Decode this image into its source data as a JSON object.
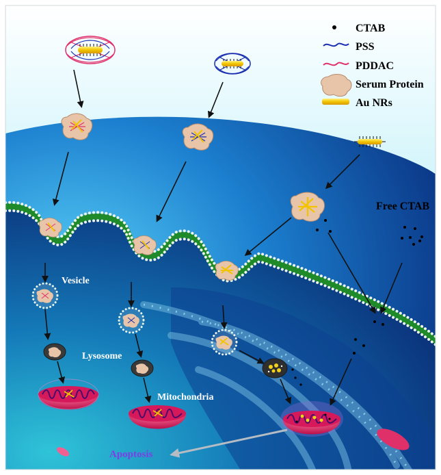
{
  "legend": {
    "items": [
      {
        "label": "CTAB",
        "symbol": "dot",
        "color": "#000000"
      },
      {
        "label": "PSS",
        "symbol": "wave-line",
        "color": "#1a2fb0"
      },
      {
        "label": "PDDAC",
        "symbol": "wave-line",
        "color": "#e0306a"
      },
      {
        "label": "Serum Protein",
        "symbol": "blob",
        "color": "#e8c4a8"
      },
      {
        "label": "Au NRs",
        "symbol": "rod",
        "color": "#f2d21a"
      }
    ]
  },
  "labels": {
    "free_ctab": "Free CTAB",
    "vesicle": "Vesicle",
    "lysosome": "Lysosome",
    "mitochondria": "Mitochondria",
    "apoptosis": "Apoptosis"
  },
  "colors": {
    "extracellular_top": "#ffffff",
    "extracellular_bottom": "#7fe3f5",
    "cell_light": "#3cb9ec",
    "cell_dark": "#0c3b8c",
    "membrane_green": "#1f8a2a",
    "membrane_bead": "#e9f5e9",
    "mitochondria": "#d6195a",
    "lysosome": "#3a3a3a",
    "apoptosis_text": "#7b3fe4",
    "arrow": "#111111",
    "apoptosis_arrow": "#b5bcc4"
  }
}
